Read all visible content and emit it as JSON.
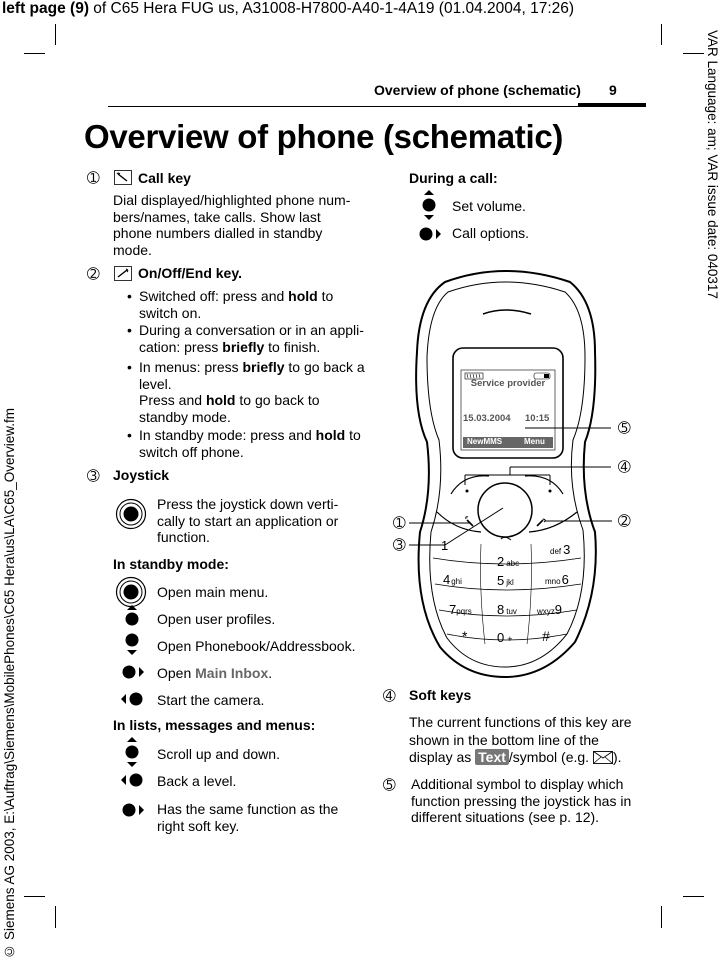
{
  "meta": {
    "top_prefix": "left page (9)",
    "top_rest": " of C65 Hera FUG us, A31008-H7800-A40-1-4A19 (01.04.2004, 17:26)",
    "right_vertical": "VAR Language: am; VAR issue date: 040317",
    "left_vertical": "© Siemens AG 2003, E:\\Auftrag\\Siemens\\MobilePhones\\C65 Hera\\us\\LA\\C65_Overview.fm"
  },
  "header": {
    "title": "Overview of phone (schematic)",
    "page": "9"
  },
  "title": "Overview of phone (schematic)",
  "left": {
    "call_key": {
      "num": "➀",
      "title": "Call key",
      "text": "Dial displayed/highlighted phone num-bers/names, take calls. Show last phone numbers dialled in standby mode."
    },
    "end_key": {
      "num": "➁",
      "title": "On/Off/End key.",
      "b1_a": "Switched off: press and ",
      "b1_b": "hold",
      "b1_c": " to switch on.",
      "b2_a": "During a conversation or in an appli-cation: press ",
      "b2_b": "briefly",
      "b2_c": " to finish.",
      "b3_a": "In menus: press ",
      "b3_b": "briefly",
      "b3_c": " to go back a level.",
      "b3_d": "Press and ",
      "b3_e": "hold",
      "b3_f": " to go back to standby mode.",
      "b4_a": "In standby mode: press and ",
      "b4_b": "hold",
      "b4_c": " to switch off phone."
    },
    "joystick": {
      "num": "➂",
      "title": "Joystick",
      "press_text": "Press the joystick down verti-cally to start an application or function.",
      "standby_heading": "In standby mode:",
      "s1": "Open main menu.",
      "s2": "Open user profiles.",
      "s3": "Open Phonebook/Addressbook.",
      "s4_a": "Open ",
      "s4_b": "Main Inbox",
      "s4_c": ".",
      "s5": "Start the camera.",
      "lists_heading": "In lists, messages and menus:",
      "l1": "Scroll up and down.",
      "l2": "Back a level.",
      "l3": "Has the same function as the right soft key."
    }
  },
  "right": {
    "call_heading": "During a call:",
    "c1": "Set volume.",
    "c2": "Call options.",
    "soft": {
      "num": "➃",
      "title": "Soft keys",
      "text_a": "The current functions of this key are shown in the bottom line of the display as ",
      "text_btn": "Text",
      "text_c": "/symbol (e.g. ",
      "text_d": ")."
    },
    "additional": {
      "num": "➄",
      "text": "Additional symbol to display which function pressing the joystick has in different situations (see p. 12)."
    }
  },
  "phone": {
    "provider": "Service provider",
    "date": "15.03.2004",
    "time": "10:15",
    "left_soft": "NewMMS",
    "right_soft": "Menu",
    "callouts": [
      "➀",
      "➁",
      "➂",
      "➃",
      "➄"
    ],
    "keys": [
      {
        "d": "1",
        "l": ""
      },
      {
        "d": "2",
        "l": "abc"
      },
      {
        "d": "3",
        "l": "def"
      },
      {
        "d": "4",
        "l": "ghi"
      },
      {
        "d": "5",
        "l": "jkl"
      },
      {
        "d": "6",
        "l": "mno"
      },
      {
        "d": "7",
        "l": "pqrs"
      },
      {
        "d": "8",
        "l": "tuv"
      },
      {
        "d": "9",
        "l": "wxyz"
      },
      {
        "d": "*",
        "l": ""
      },
      {
        "d": "0",
        "l": "+"
      },
      {
        "d": "#",
        "l": ""
      }
    ]
  }
}
